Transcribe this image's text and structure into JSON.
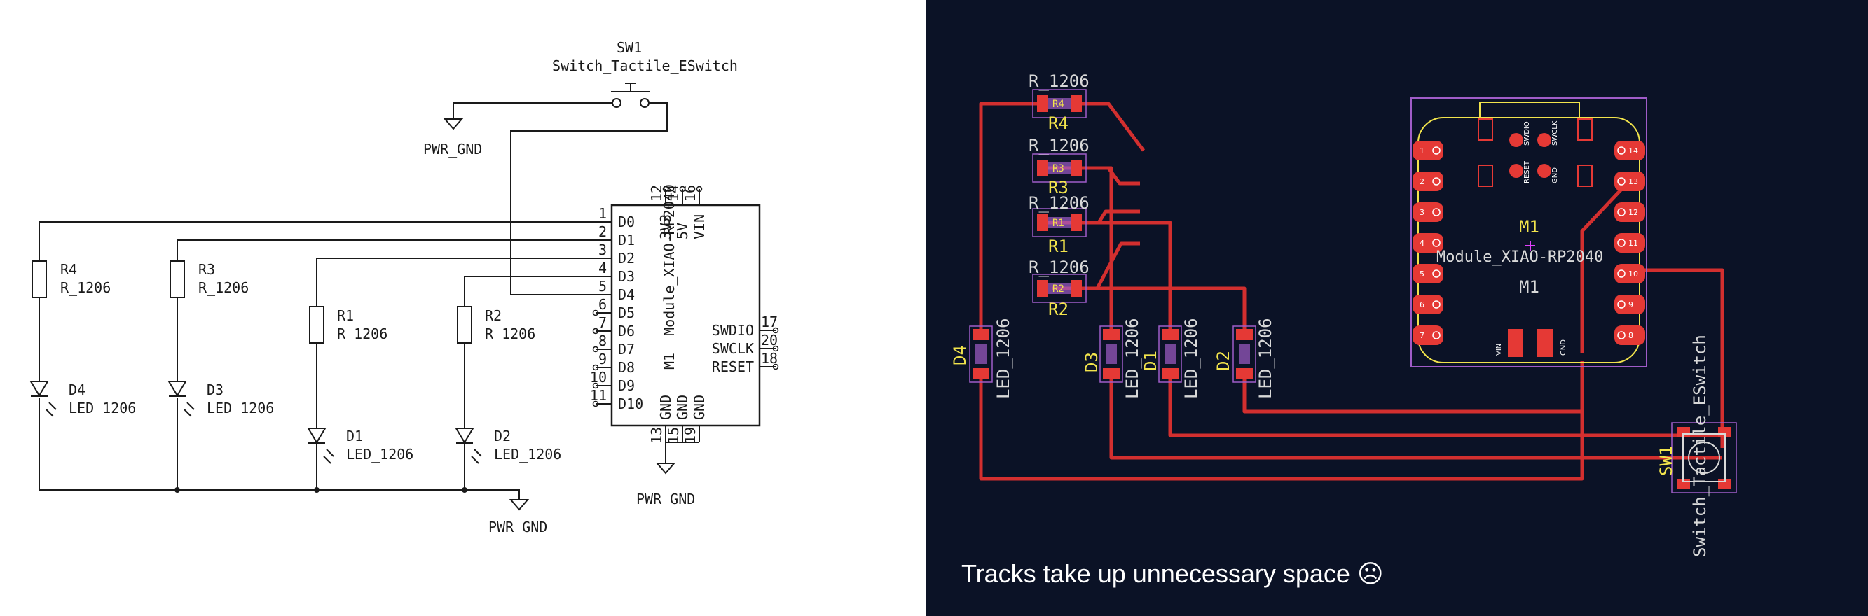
{
  "schematic": {
    "sw1": {
      "ref": "SW1",
      "value": "Switch_Tactile_ESwitch"
    },
    "gnd_top": "PWR_GND",
    "gnd_bottom": "PWR_GND",
    "gnd_module": "PWR_GND",
    "module": {
      "ref": "M1",
      "value": "Module_XIAO-RP2040",
      "left_pins": [
        {
          "num": "1",
          "name": "D0"
        },
        {
          "num": "2",
          "name": "D1"
        },
        {
          "num": "3",
          "name": "D2"
        },
        {
          "num": "4",
          "name": "D3"
        },
        {
          "num": "5",
          "name": "D4"
        },
        {
          "num": "6",
          "name": "D5"
        },
        {
          "num": "7",
          "name": "D6"
        },
        {
          "num": "8",
          "name": "D7"
        },
        {
          "num": "9",
          "name": "D8"
        },
        {
          "num": "10",
          "name": "D9"
        },
        {
          "num": "11",
          "name": "D10"
        }
      ],
      "top_pins": [
        {
          "num": "12",
          "name": "3V3"
        },
        {
          "num": "14",
          "name": "5V"
        },
        {
          "num": "16",
          "name": "VIN"
        }
      ],
      "right_pins": [
        {
          "num": "17",
          "name": "SWDIO"
        },
        {
          "num": "20",
          "name": "SWCLK"
        },
        {
          "num": "18",
          "name": "RESET"
        }
      ],
      "bottom_pins": [
        {
          "num": "13",
          "name": "GND"
        },
        {
          "num": "15",
          "name": "GND"
        },
        {
          "num": "19",
          "name": "GND"
        }
      ]
    },
    "resistors": [
      {
        "ref": "R4",
        "value": "R_1206"
      },
      {
        "ref": "R3",
        "value": "R_1206"
      },
      {
        "ref": "R1",
        "value": "R_1206"
      },
      {
        "ref": "R2",
        "value": "R_1206"
      }
    ],
    "leds": [
      {
        "ref": "D4",
        "value": "LED_1206"
      },
      {
        "ref": "D3",
        "value": "LED_1206"
      },
      {
        "ref": "D1",
        "value": "LED_1206"
      },
      {
        "ref": "D2",
        "value": "LED_1206"
      }
    ]
  },
  "pcb": {
    "resistors": [
      {
        "value": "R_1206",
        "ref": "R4"
      },
      {
        "value": "R_1206",
        "ref": "R3"
      },
      {
        "value": "R_1206",
        "ref": "R1"
      },
      {
        "value": "R_1206",
        "ref": "R2"
      }
    ],
    "leds": [
      {
        "ref": "D4",
        "value": "LED_1206"
      },
      {
        "ref": "D3",
        "value": "LED_1206"
      },
      {
        "ref": "D1",
        "value": "LED_1206"
      },
      {
        "ref": "D2",
        "value": "LED_1206"
      }
    ],
    "module": {
      "ref": "M1",
      "value": "Module_XIAO-RP2040",
      "ref_lower": "M1",
      "left_pad_nums": [
        "1",
        "2",
        "3",
        "4",
        "5",
        "6",
        "7"
      ],
      "right_pad_nums": [
        "14",
        "13",
        "12",
        "11",
        "10",
        "9",
        "8"
      ],
      "top_labels": [
        "RESET",
        "SWDIO",
        "GND",
        "SWCLK"
      ],
      "bottom_labels": [
        "VIN",
        "GND"
      ]
    },
    "switch": {
      "ref": "SW1",
      "value": "Switch_Tactile_ESwitch"
    },
    "caption": "Tracks take up unnecessary space ☹"
  },
  "colors": {
    "board_bg": "#0b1226",
    "track": "#d32f2f",
    "pad": "#e53935",
    "silk": "#d9d9d9",
    "ref": "#f2e44c",
    "courtyard": "#a05cc8"
  }
}
